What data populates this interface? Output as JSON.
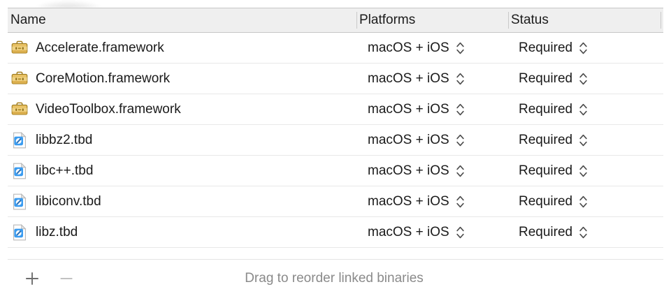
{
  "table": {
    "columns": [
      {
        "key": "name",
        "label": "Name"
      },
      {
        "key": "platforms",
        "label": "Platforms"
      },
      {
        "key": "status",
        "label": "Status"
      }
    ],
    "rows": [
      {
        "icon": "framework-briefcase-icon",
        "name": "Accelerate.framework",
        "platforms": "macOS + iOS",
        "status": "Required"
      },
      {
        "icon": "framework-briefcase-icon",
        "name": "CoreMotion.framework",
        "platforms": "macOS + iOS",
        "status": "Required"
      },
      {
        "icon": "framework-briefcase-icon",
        "name": "VideoToolbox.framework",
        "platforms": "macOS + iOS",
        "status": "Required"
      },
      {
        "icon": "tbd-document-icon",
        "name": "libbz2.tbd",
        "platforms": "macOS + iOS",
        "status": "Required"
      },
      {
        "icon": "tbd-document-icon",
        "name": "libc++.tbd",
        "platforms": "macOS + iOS",
        "status": "Required"
      },
      {
        "icon": "tbd-document-icon",
        "name": "libiconv.tbd",
        "platforms": "macOS + iOS",
        "status": "Required"
      },
      {
        "icon": "tbd-document-icon",
        "name": "libz.tbd",
        "platforms": "macOS + iOS",
        "status": "Required"
      }
    ]
  },
  "toolbar": {
    "add_label": "+",
    "remove_label": "−",
    "hint": "Drag to reorder linked binaries"
  },
  "colors": {
    "header_background": "#efefef",
    "header_border": "#c6c6c6",
    "row_separator": "#e8e8e8",
    "text": "#1a1a1a",
    "hint_text": "#8a8a8a",
    "framework_icon": "#d9a53a",
    "tbd_icon": "#3b9cf0"
  }
}
